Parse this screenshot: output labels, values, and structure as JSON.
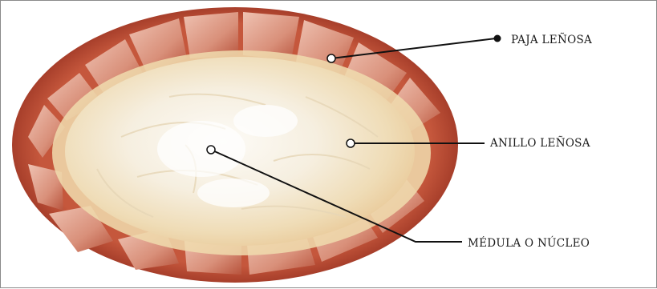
{
  "figure": {
    "labels": {
      "paja": "PAJA LEÑOSA",
      "anillo": "ANILLO LEÑOSA",
      "medula": "MÉDULA O NÚCLEO"
    },
    "colors": {
      "rind": "#b8412c",
      "rind_dark": "#8e2a1c",
      "rind_light": "#e7b6a6",
      "pith": "#f3e8cf",
      "pith_core": "#fbf8f2",
      "leader": "#111111"
    }
  }
}
